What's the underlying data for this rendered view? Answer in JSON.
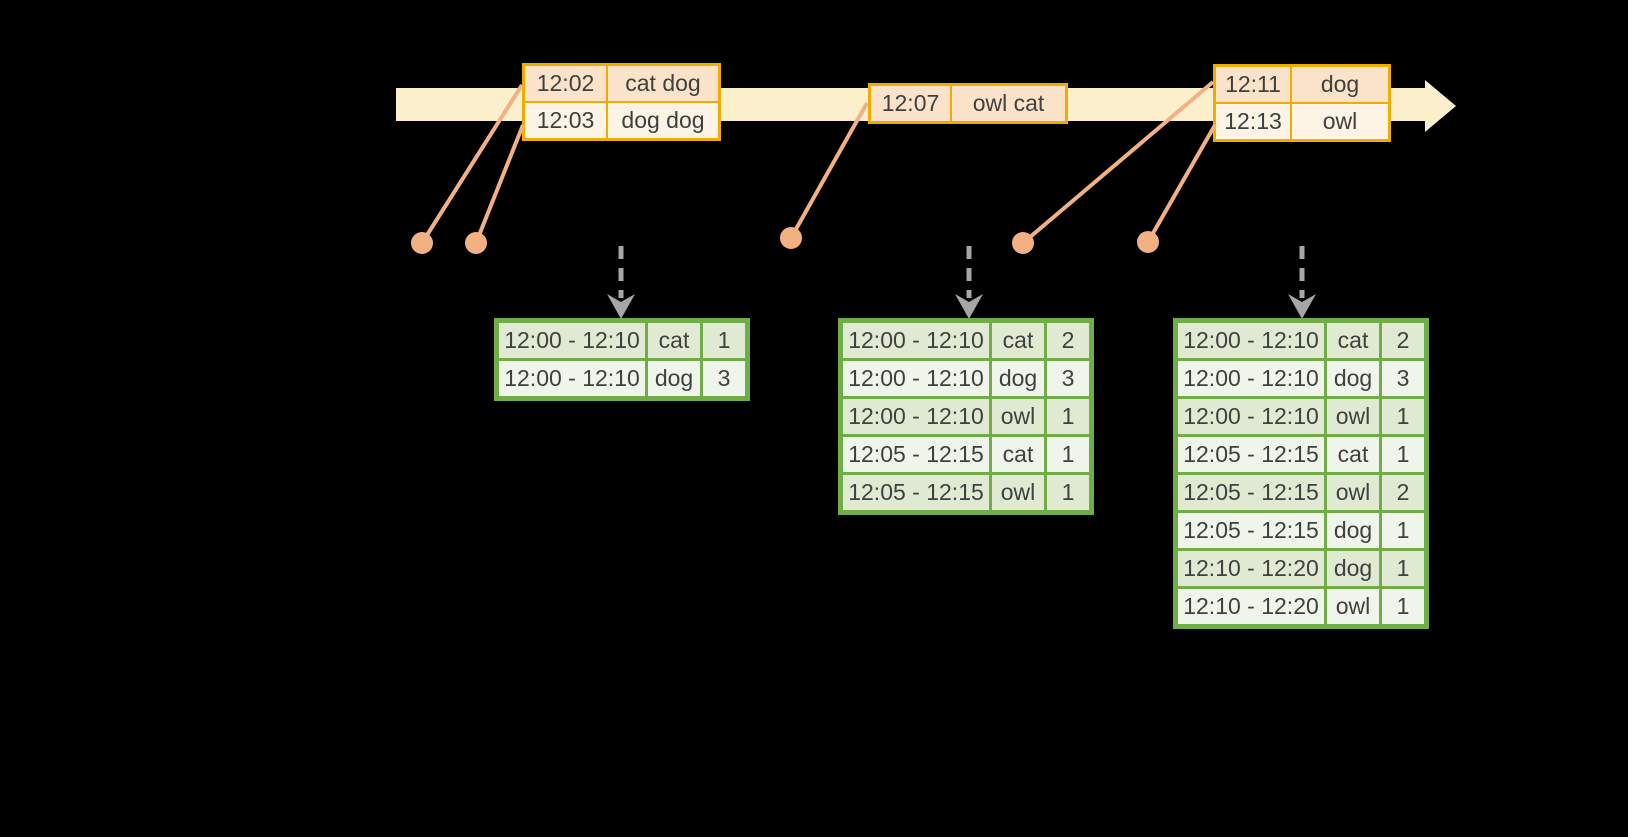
{
  "colors": {
    "background": "#000000",
    "text": "#404040",
    "timeline_fill": "#FBF0CB",
    "event_border": "#F0AD00",
    "event_row_dark": "#FAE3C8",
    "event_row_light": "#FDF4E5",
    "connector": "#F3B183",
    "arrow_gray": "#A6A6A6",
    "result_border": "#71AD47",
    "result_row_dark": "#E0EAD3",
    "result_row_light": "#F0F5EB"
  },
  "event_tables": [
    {
      "rows": [
        {
          "time": "12:02",
          "words": "cat dog"
        },
        {
          "time": "12:03",
          "words": "dog dog"
        }
      ]
    },
    {
      "rows": [
        {
          "time": "12:07",
          "words": "owl cat"
        }
      ]
    },
    {
      "rows": [
        {
          "time": "12:11",
          "words": "dog"
        },
        {
          "time": "12:13",
          "words": "owl"
        }
      ]
    }
  ],
  "result_tables": [
    {
      "rows": [
        [
          "12:00 - 12:10",
          "cat",
          "1"
        ],
        [
          "12:00 - 12:10",
          "dog",
          "3"
        ]
      ]
    },
    {
      "rows": [
        [
          "12:00 - 12:10",
          "cat",
          "2"
        ],
        [
          "12:00 - 12:10",
          "dog",
          "3"
        ],
        [
          "12:00 - 12:10",
          "owl",
          "1"
        ],
        [
          "12:05 - 12:15",
          "cat",
          "1"
        ],
        [
          "12:05 - 12:15",
          "owl",
          "1"
        ]
      ]
    },
    {
      "rows": [
        [
          "12:00 - 12:10",
          "cat",
          "2"
        ],
        [
          "12:00 - 12:10",
          "dog",
          "3"
        ],
        [
          "12:00 - 12:10",
          "owl",
          "1"
        ],
        [
          "12:05 - 12:15",
          "cat",
          "1"
        ],
        [
          "12:05 - 12:15",
          "owl",
          "2"
        ],
        [
          "12:05 - 12:15",
          "dog",
          "1"
        ],
        [
          "12:10 - 12:20",
          "dog",
          "1"
        ],
        [
          "12:10 - 12:20",
          "owl",
          "1"
        ]
      ]
    }
  ]
}
